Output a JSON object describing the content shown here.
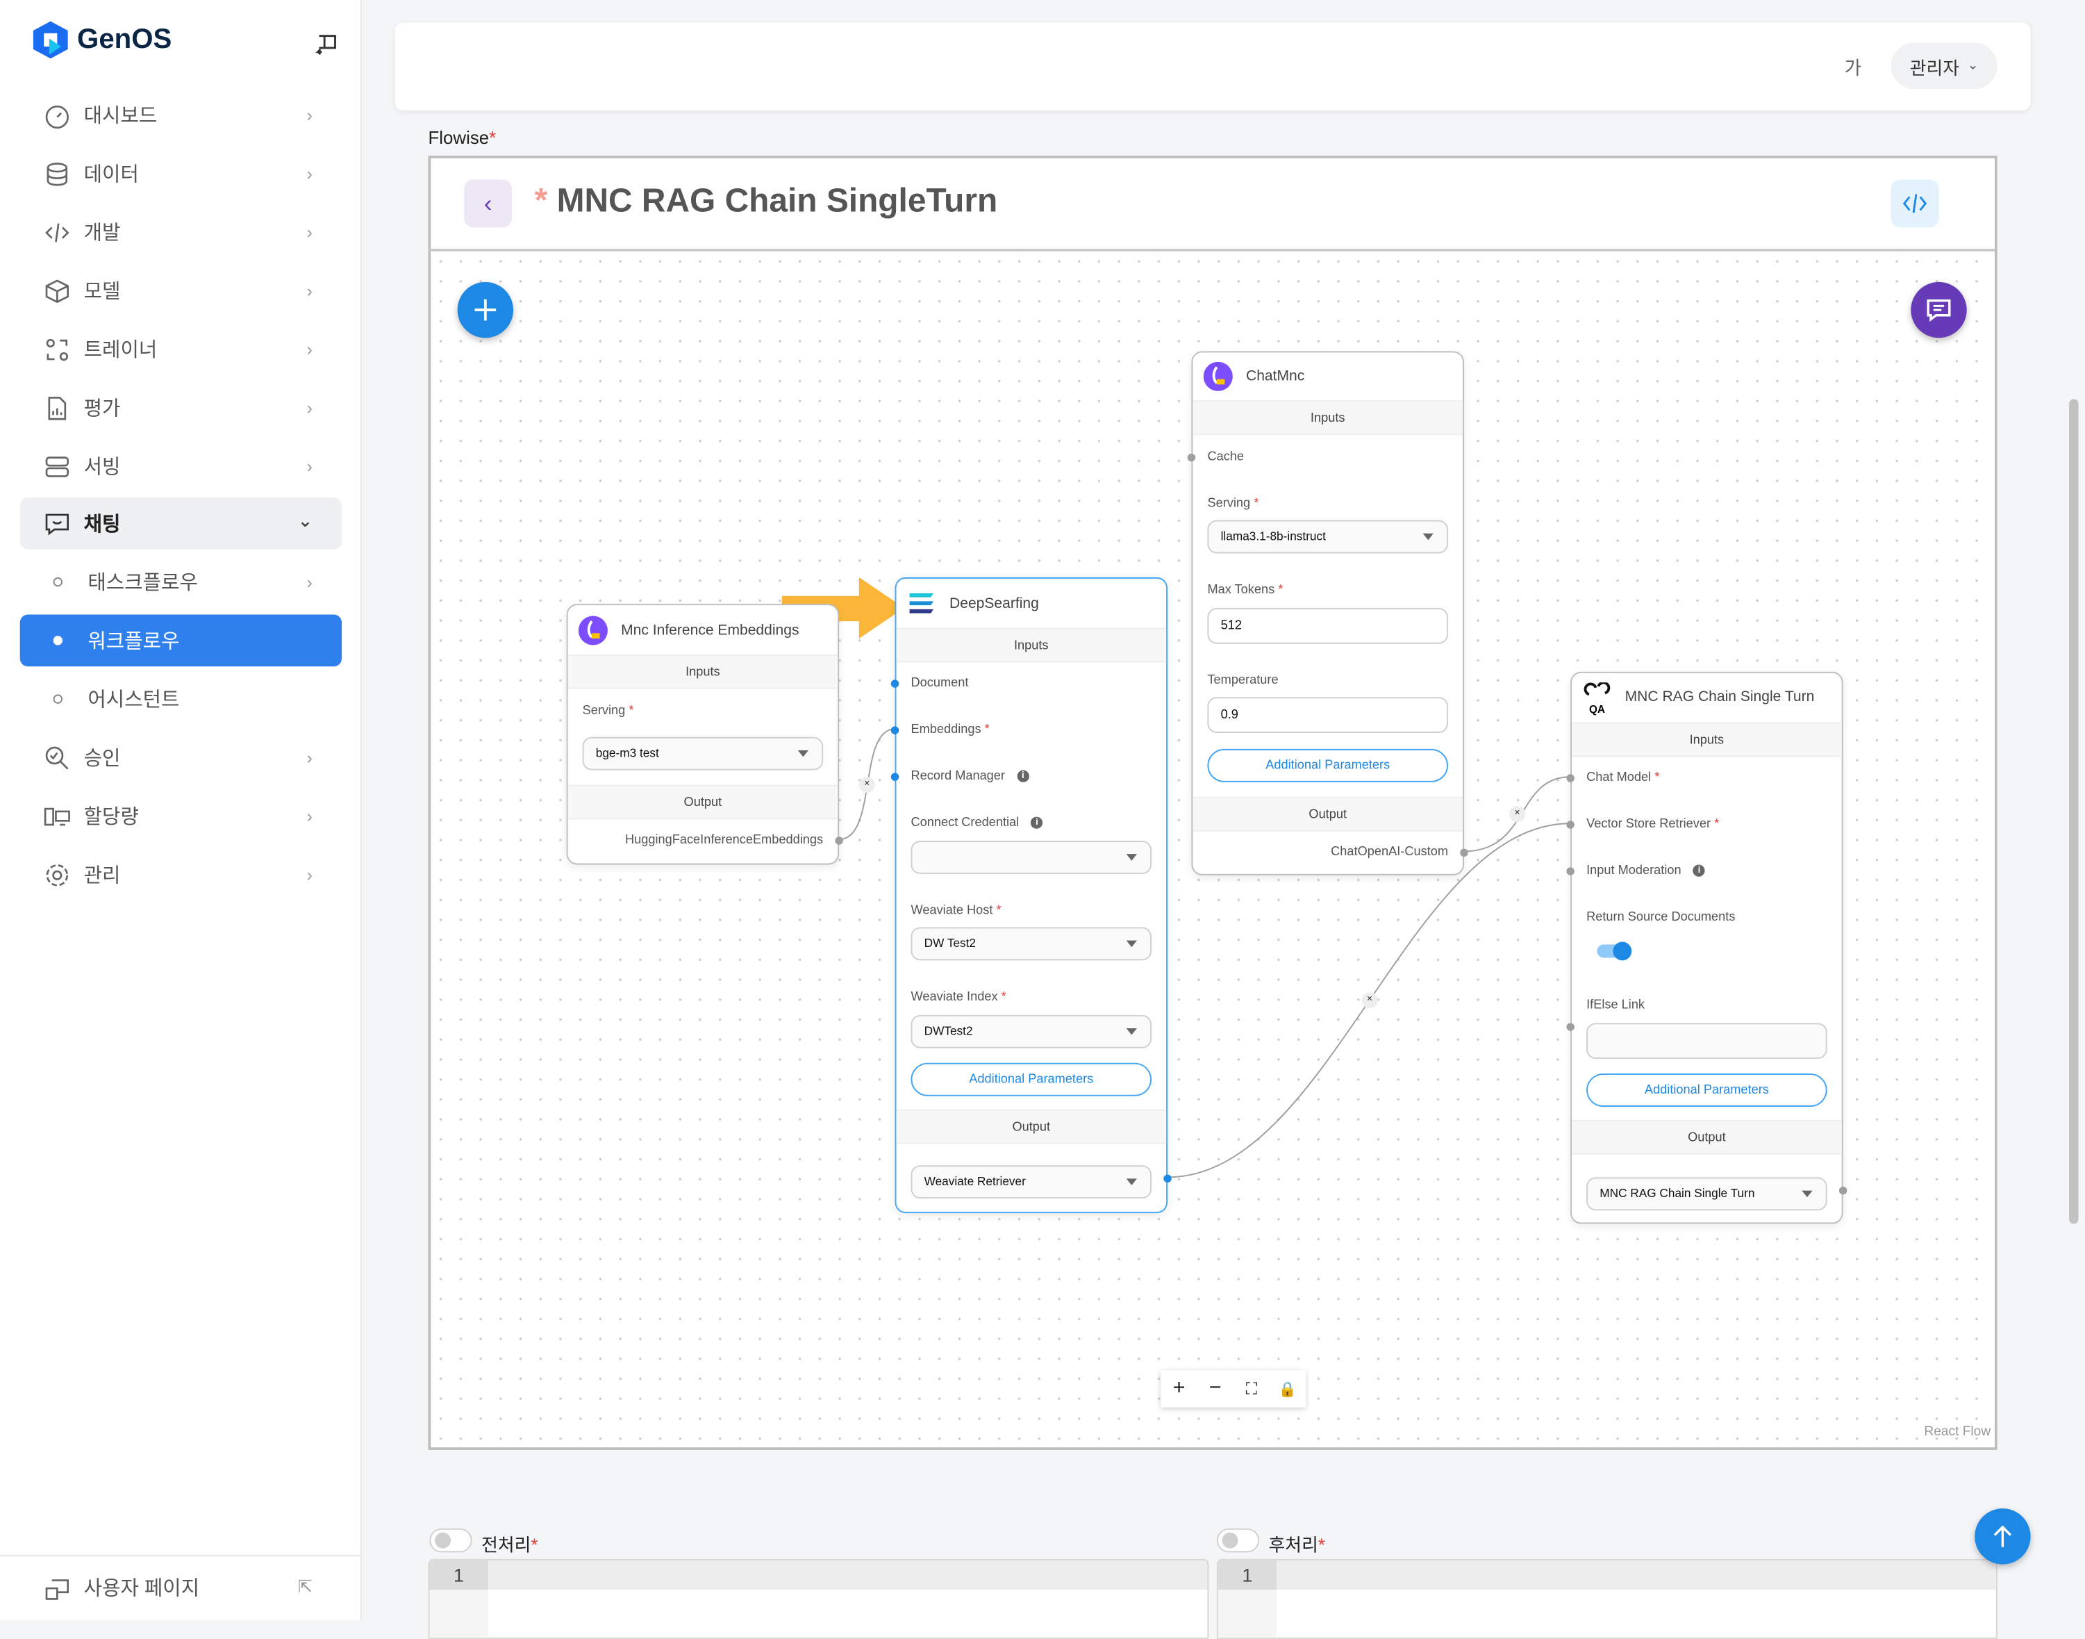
{
  "app": {
    "logo_text": "GenOS"
  },
  "sidebar": {
    "items": [
      {
        "label": "대시보드",
        "icon": "gauge-icon"
      },
      {
        "label": "데이터",
        "icon": "database-icon"
      },
      {
        "label": "개발",
        "icon": "code-icon"
      },
      {
        "label": "모델",
        "icon": "cube-icon"
      },
      {
        "label": "트레이너",
        "icon": "trainer-icon"
      },
      {
        "label": "평가",
        "icon": "document-chart-icon"
      },
      {
        "label": "서빙",
        "icon": "server-icon"
      },
      {
        "label": "채팅",
        "icon": "chat-icon",
        "expanded": true
      },
      {
        "label": "태스크플로우",
        "sub": true
      },
      {
        "label": "워크플로우",
        "sub": true,
        "active": true
      },
      {
        "label": "어시스턴트",
        "sub": true
      },
      {
        "label": "승인",
        "icon": "search-check-icon"
      },
      {
        "label": "할당량",
        "icon": "quota-icon"
      },
      {
        "label": "관리",
        "icon": "gear-icon"
      }
    ],
    "footer_label": "사용자 페이지"
  },
  "header": {
    "font_button": "가",
    "user_menu": "관리자"
  },
  "flowise": {
    "label": "Flowise",
    "required_mark": "*",
    "title_mark": "*",
    "title": "MNC RAG Chain SingleTurn",
    "attribution": "React Flow",
    "nodes": {
      "embeddings": {
        "title": "Mnc Inference Embeddings",
        "inputs_label": "Inputs",
        "serving_label": "Serving",
        "serving_value": "bge-m3 test",
        "output_label": "Output",
        "output_value": "HuggingFaceInferenceEmbeddings"
      },
      "deepsearfing": {
        "title": "DeepSearfing",
        "inputs_label": "Inputs",
        "document_label": "Document",
        "embeddings_label": "Embeddings",
        "record_manager_label": "Record Manager",
        "credential_label": "Connect Credential",
        "credential_value": "",
        "host_label": "Weaviate Host",
        "host_value": "DW Test2",
        "index_label": "Weaviate Index",
        "index_value": "DWTest2",
        "additional_label": "Additional Parameters",
        "output_label": "Output",
        "output_value": "Weaviate Retriever"
      },
      "chatmnc": {
        "title": "ChatMnc",
        "inputs_label": "Inputs",
        "cache_label": "Cache",
        "serving_label": "Serving",
        "serving_value": "llama3.1-8b-instruct",
        "max_tokens_label": "Max Tokens",
        "max_tokens_value": "512",
        "temperature_label": "Temperature",
        "temperature_value": "0.9",
        "additional_label": "Additional Parameters",
        "output_label": "Output",
        "output_value": "ChatOpenAI-Custom"
      },
      "ragchain": {
        "title": "MNC RAG Chain Single Turn",
        "icon_text": "QA",
        "inputs_label": "Inputs",
        "chat_model_label": "Chat Model",
        "retriever_label": "Vector Store Retriever",
        "moderation_label": "Input Moderation",
        "return_source_label": "Return Source Documents",
        "return_source_enabled": true,
        "ifelse_label": "IfElse Link",
        "ifelse_value": "",
        "additional_label": "Additional Parameters",
        "output_label": "Output",
        "output_value": "MNC RAG Chain Single Turn"
      }
    },
    "edge_delete_glyph": "×",
    "controls": {
      "zoom_in": "+",
      "zoom_out": "−",
      "fit": "⛶",
      "lock": "🔒"
    }
  },
  "processing": {
    "pre": {
      "label": "전처리",
      "required_mark": "*",
      "enabled": false,
      "line_number": "1"
    },
    "post": {
      "label": "후처리",
      "required_mark": "*",
      "enabled": false,
      "line_number": "1"
    }
  },
  "colors": {
    "primary": "#2f80ed",
    "chat_fab": "#673ab7",
    "arrow": "#fbb63a",
    "required": "#e53935"
  }
}
